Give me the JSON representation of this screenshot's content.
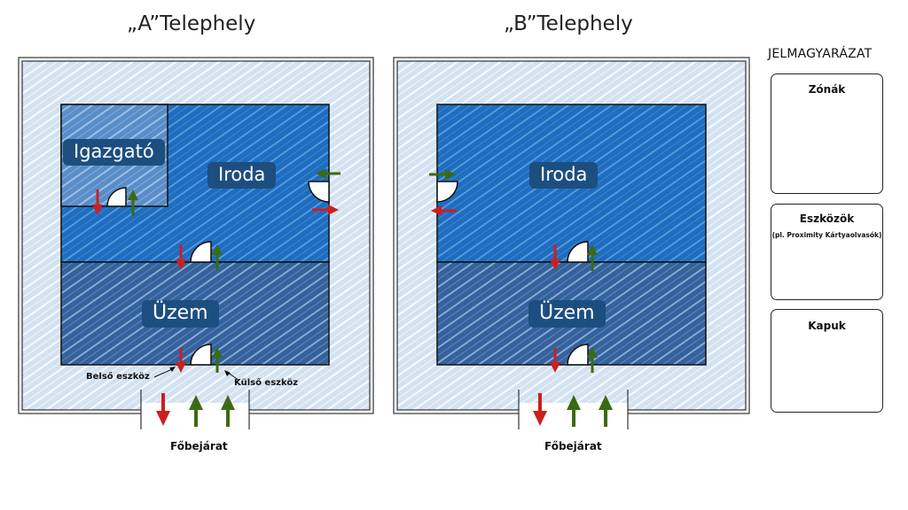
{
  "sites": [
    {
      "title": "„A”Telephely",
      "rooms": {
        "director": "Igazgató",
        "office": "Iroda",
        "plant": "Üzem"
      },
      "entrance": "Főbejárat",
      "annotations": {
        "inner_device": "Belső eszköz",
        "outer_device": "Külső eszköz"
      }
    },
    {
      "title": "„B”Telephely",
      "rooms": {
        "office": "Iroda",
        "plant": "Üzem"
      },
      "entrance": "Főbejárat"
    }
  ],
  "legend": {
    "title": "JELMAGYARÁZAT",
    "zones": {
      "title": "Zónák"
    },
    "devices": {
      "title": "Eszközök",
      "subtitle": "(pl. Proximity Kártyaolvasók)"
    },
    "gates": {
      "title": "Kapuk"
    }
  },
  "colors": {
    "zone_outer": "#dce8f4",
    "zone_director": "#5a8cc6",
    "zone_office": "#1f6fc0",
    "zone_plant": "#3866a0",
    "label_bg": "#1d4e80",
    "inner_device_arrow": "#cc1f1f",
    "outer_device_arrow": "#3a6b12"
  }
}
